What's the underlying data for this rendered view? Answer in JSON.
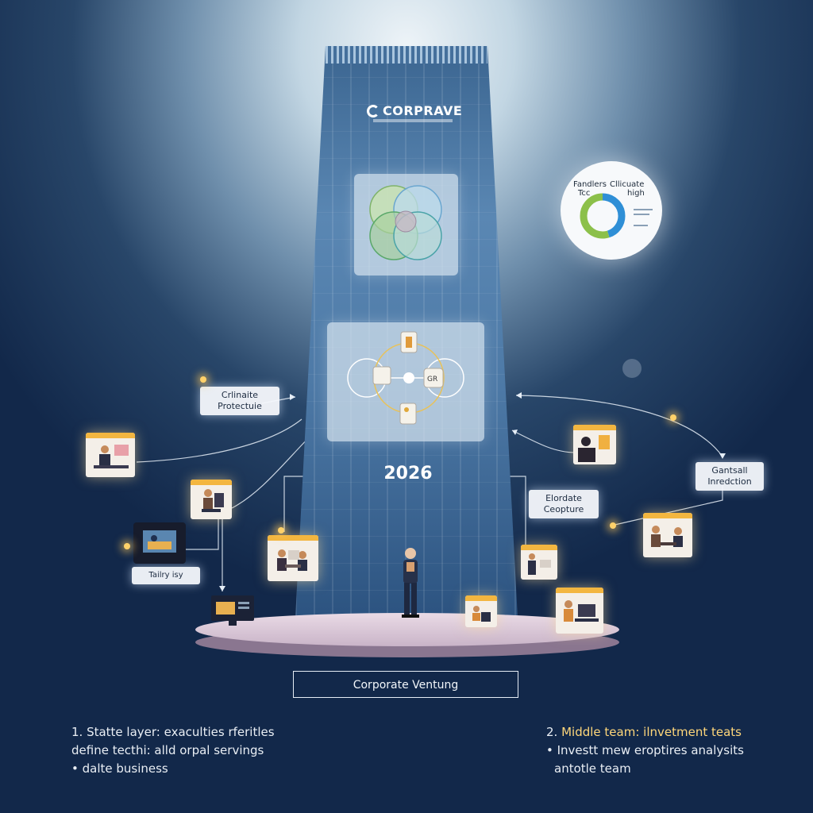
{
  "tower": {
    "logo": "CORPRAVE",
    "year": "2026"
  },
  "labels": {
    "climate": "Crlinaite Protectuie",
    "tailry": "Tailry isy",
    "elaborate": "Elordate Ceopture",
    "central": "Gantsall Inredction"
  },
  "donut": {
    "left_top": "Fandlers",
    "left_bottom": "Tcc",
    "right_top": "Cllicuate",
    "right_bottom": "high",
    "segments": [
      {
        "value": 0.45,
        "color": "#2f8fd6"
      },
      {
        "value": 0.55,
        "color": "#8cc04a"
      }
    ]
  },
  "banner": "Corporate Ventung",
  "captions": {
    "left": {
      "line1": "1. Statte layer: exaculties rferitles",
      "line2": "define tecthi: alld orpal servings",
      "line3": "• dalte business"
    },
    "right": {
      "line1_num": "2.",
      "line1": "Middle team: ilnvetment teats",
      "line2": "• Investt mew eroptires analysits",
      "line3": "antotle team"
    }
  },
  "colors": {
    "accent": "#f3b640",
    "tower": "#4d79a6",
    "panel": "#d7e4f0"
  }
}
